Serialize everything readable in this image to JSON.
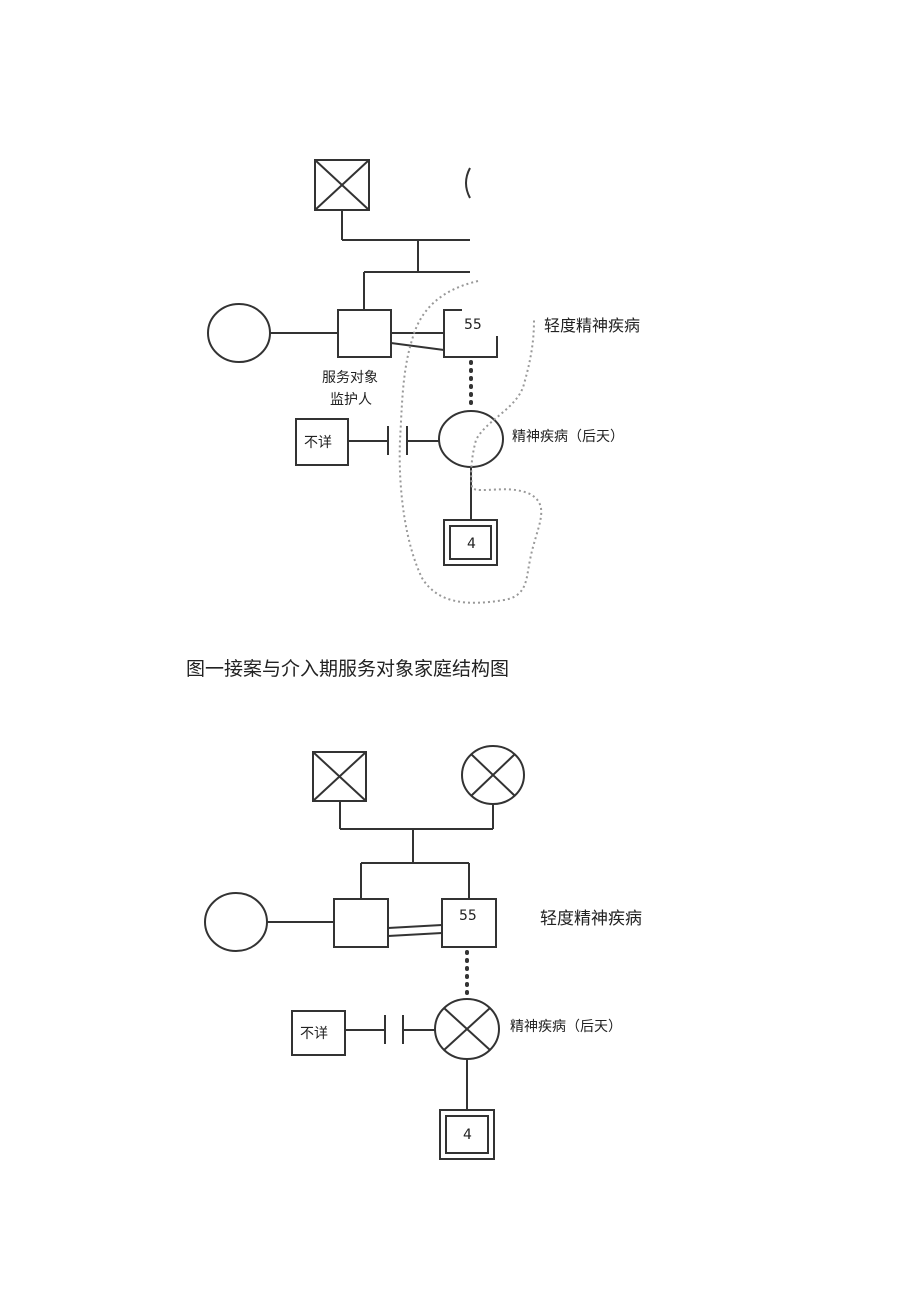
{
  "figure1": {
    "patient_age": "55",
    "patient_note": "轻度精神疾病",
    "guardian_label_line1": "服务对象",
    "guardian_label_line2": "监护人",
    "client_note": "精神疾病（后天）",
    "unknown_partner": "不详",
    "child_age": "4",
    "caption": "图一接案与介入期服务对象家庭结构图"
  },
  "figure2": {
    "patient_age": "55",
    "patient_note": "轻度精神疾病",
    "client_note": "精神疾病（后天）",
    "unknown_partner": "不详",
    "child_age": "4"
  }
}
